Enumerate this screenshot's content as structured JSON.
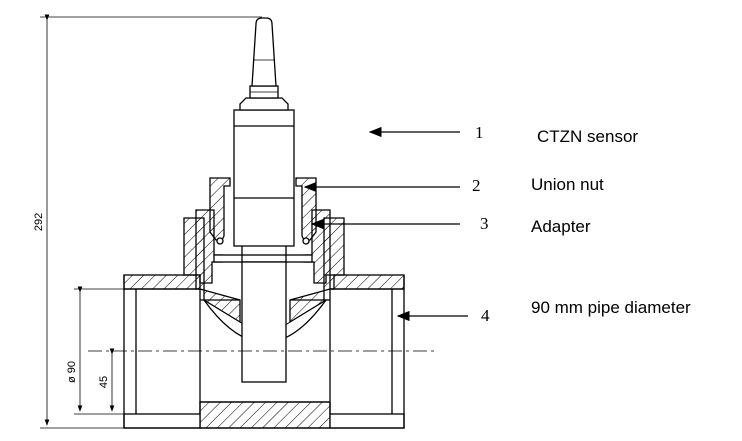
{
  "callouts": [
    {
      "number": "1",
      "label": "CTZN sensor"
    },
    {
      "number": "2",
      "label": "Union nut"
    },
    {
      "number": "3",
      "label": "Adapter"
    },
    {
      "number": "4",
      "label": "90 mm pipe diameter"
    }
  ],
  "dimensions": {
    "overall_height": "292",
    "pipe_diameter": "ø 90",
    "half_diameter": "45"
  }
}
